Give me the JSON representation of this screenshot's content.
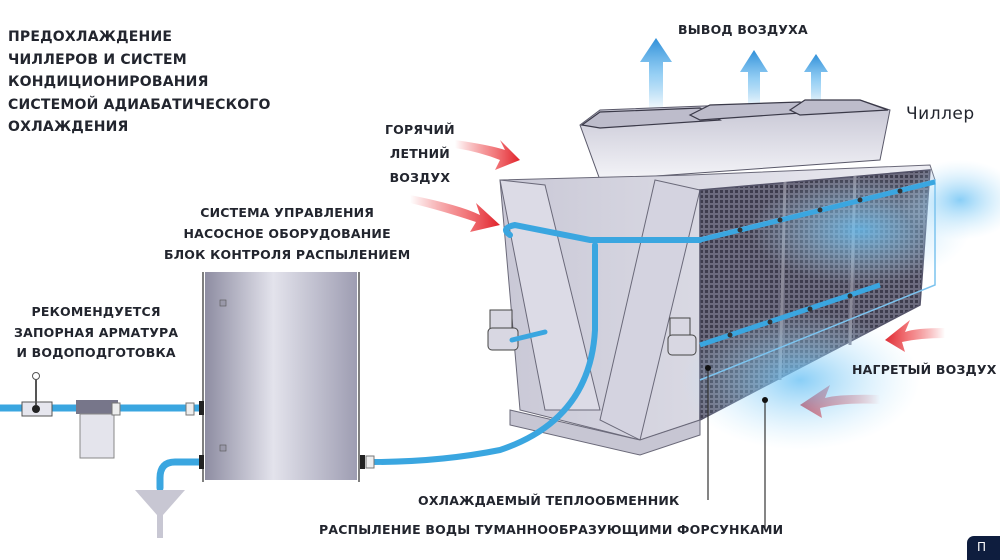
{
  "diagram": {
    "title_lines": [
      "ПРЕДОХЛАЖДЕНИЕ",
      "ЧИЛЛЕРОВ  И СИСТЕМ",
      "КОНДИЦИОНИРОВАНИЯ",
      "СИСТЕМОЙ АДИАБАТИЧЕСКОГО",
      "ОХЛАЖДЕНИЯ"
    ],
    "labels": {
      "air_out": "ВЫВОД ВОЗДУХА",
      "chiller": "Чиллер",
      "hot_air_lines": [
        "ГОРЯЧИЙ",
        "ЛЕТНИЙ",
        "ВОЗДУХ"
      ],
      "control_lines": [
        "СИСТЕМА УПРАВЛЕНИЯ",
        "НАСОСНОЕ ОБОРУДОВАНИЕ",
        "БЛОК КОНТРОЛЯ РАСПЫЛЕНИЕМ"
      ],
      "recommend_lines": [
        "РЕКОМЕНДУЕТСЯ",
        "ЗАПОРНАЯ АРМАТУРА",
        "И ВОДОПОДГОТОВКА"
      ],
      "heated_air": "НАГРЕТЫЙ ВОЗДУХ",
      "heat_exchanger": "ОХЛАЖДАЕМЫЙ ТЕПЛООБМЕННИК",
      "spray": "РАСПЫЛЕНИЕ ВОДЫ ТУМАННООБРАЗУЮЩИМИ ФОРСУНКАМИ"
    },
    "corner_button": "П",
    "colors": {
      "pipe": "#3aa6e0",
      "hot_arrow": "#e8343a",
      "cool_arrow": "#4aa8e6",
      "text": "#22252e",
      "cabinet": "#b9b8c8",
      "corner_button_bg": "#0e1d3e"
    }
  }
}
